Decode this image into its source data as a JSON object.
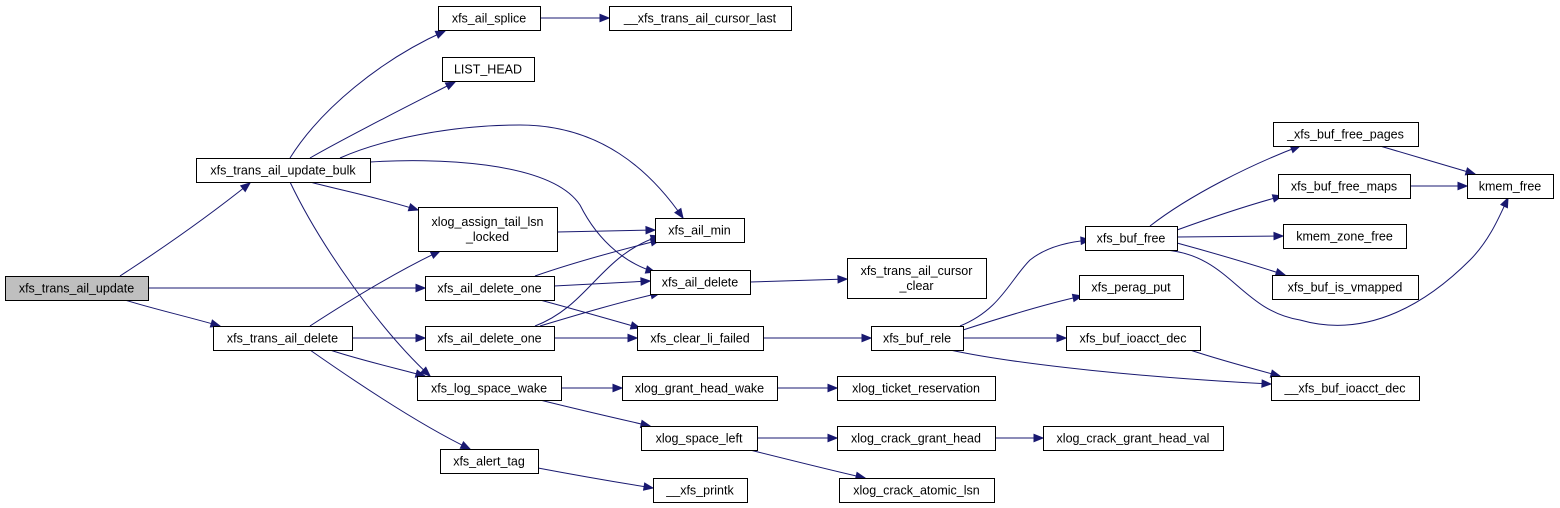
{
  "nodes": {
    "xfs_trans_ail_update": [
      "xfs_trans_ail_update"
    ],
    "xfs_trans_ail_update_bulk": [
      "xfs_trans_ail_update_bulk"
    ],
    "xfs_trans_ail_delete": [
      "xfs_trans_ail_delete"
    ],
    "xfs_ail_splice": [
      "xfs_ail_splice"
    ],
    "LIST_HEAD": [
      "LIST_HEAD"
    ],
    "xlog_assign_tail_lsn_locked": [
      "xlog_assign_tail_lsn",
      "_locked"
    ],
    "xfs_ail_delete_one_a": [
      "xfs_ail_delete_one"
    ],
    "xfs_ail_delete_one_b": [
      "xfs_ail_delete_one"
    ],
    "xfs_log_space_wake": [
      "xfs_log_space_wake"
    ],
    "xfs_alert_tag": [
      "xfs_alert_tag"
    ],
    "__xfs_trans_ail_cursor_last": [
      "__xfs_trans_ail_cursor_last"
    ],
    "xfs_ail_min": [
      "xfs_ail_min"
    ],
    "xfs_ail_delete": [
      "xfs_ail_delete"
    ],
    "xfs_clear_li_failed": [
      "xfs_clear_li_failed"
    ],
    "xlog_grant_head_wake": [
      "xlog_grant_head_wake"
    ],
    "xlog_space_left": [
      "xlog_space_left"
    ],
    "__xfs_printk": [
      "__xfs_printk"
    ],
    "xfs_trans_ail_cursor_clear": [
      "xfs_trans_ail_cursor",
      "_clear"
    ],
    "xfs_buf_rele": [
      "xfs_buf_rele"
    ],
    "xlog_ticket_reservation": [
      "xlog_ticket_reservation"
    ],
    "xlog_crack_grant_head": [
      "xlog_crack_grant_head"
    ],
    "xlog_crack_atomic_lsn": [
      "xlog_crack_atomic_lsn"
    ],
    "xlog_crack_grant_head_val": [
      "xlog_crack_grant_head_val"
    ],
    "xfs_buf_free": [
      "xfs_buf_free"
    ],
    "xfs_perag_put": [
      "xfs_perag_put"
    ],
    "xfs_buf_ioacct_dec": [
      "xfs_buf_ioacct_dec"
    ],
    "__xfs_buf_ioacct_dec": [
      "__xfs_buf_ioacct_dec"
    ],
    "_xfs_buf_free_pages": [
      "_xfs_buf_free_pages"
    ],
    "xfs_buf_free_maps": [
      "xfs_buf_free_maps"
    ],
    "kmem_zone_free": [
      "kmem_zone_free"
    ],
    "xfs_buf_is_vmapped": [
      "xfs_buf_is_vmapped"
    ],
    "kmem_free": [
      "kmem_free"
    ]
  },
  "edges": [
    [
      "xfs_trans_ail_update",
      "xfs_trans_ail_update_bulk"
    ],
    [
      "xfs_trans_ail_update",
      "xfs_ail_delete_one_a"
    ],
    [
      "xfs_trans_ail_update",
      "xfs_trans_ail_delete"
    ],
    [
      "xfs_trans_ail_update_bulk",
      "xfs_ail_splice"
    ],
    [
      "xfs_trans_ail_update_bulk",
      "LIST_HEAD"
    ],
    [
      "xfs_trans_ail_update_bulk",
      "xfs_ail_min"
    ],
    [
      "xfs_trans_ail_update_bulk",
      "xlog_assign_tail_lsn_locked"
    ],
    [
      "xfs_trans_ail_update_bulk",
      "xfs_ail_delete"
    ],
    [
      "xfs_trans_ail_update_bulk",
      "xfs_log_space_wake"
    ],
    [
      "xfs_trans_ail_delete",
      "xlog_assign_tail_lsn_locked"
    ],
    [
      "xfs_trans_ail_delete",
      "xfs_ail_delete_one_b"
    ],
    [
      "xfs_trans_ail_delete",
      "xfs_log_space_wake"
    ],
    [
      "xfs_trans_ail_delete",
      "xfs_alert_tag"
    ],
    [
      "xfs_ail_splice",
      "__xfs_trans_ail_cursor_last"
    ],
    [
      "xlog_assign_tail_lsn_locked",
      "xfs_ail_min"
    ],
    [
      "xfs_ail_delete_one_a",
      "xfs_ail_min"
    ],
    [
      "xfs_ail_delete_one_a",
      "xfs_ail_delete"
    ],
    [
      "xfs_ail_delete_one_a",
      "xfs_clear_li_failed"
    ],
    [
      "xfs_ail_delete_one_b",
      "xfs_ail_min"
    ],
    [
      "xfs_ail_delete_one_b",
      "xfs_ail_delete"
    ],
    [
      "xfs_ail_delete_one_b",
      "xfs_clear_li_failed"
    ],
    [
      "xfs_log_space_wake",
      "xlog_grant_head_wake"
    ],
    [
      "xfs_log_space_wake",
      "xlog_space_left"
    ],
    [
      "xfs_alert_tag",
      "__xfs_printk"
    ],
    [
      "xfs_ail_delete",
      "xfs_trans_ail_cursor_clear"
    ],
    [
      "xfs_clear_li_failed",
      "xfs_buf_rele"
    ],
    [
      "xlog_grant_head_wake",
      "xlog_ticket_reservation"
    ],
    [
      "xlog_space_left",
      "xlog_crack_grant_head"
    ],
    [
      "xlog_space_left",
      "xlog_crack_atomic_lsn"
    ],
    [
      "xlog_crack_grant_head",
      "xlog_crack_grant_head_val"
    ],
    [
      "xfs_buf_rele",
      "xfs_buf_free"
    ],
    [
      "xfs_buf_rele",
      "xfs_perag_put"
    ],
    [
      "xfs_buf_rele",
      "xfs_buf_ioacct_dec"
    ],
    [
      "xfs_buf_rele",
      "__xfs_buf_ioacct_dec"
    ],
    [
      "xfs_buf_ioacct_dec",
      "__xfs_buf_ioacct_dec"
    ],
    [
      "xfs_buf_free",
      "_xfs_buf_free_pages"
    ],
    [
      "xfs_buf_free",
      "xfs_buf_free_maps"
    ],
    [
      "xfs_buf_free",
      "kmem_zone_free"
    ],
    [
      "xfs_buf_free",
      "xfs_buf_is_vmapped"
    ],
    [
      "xfs_buf_free",
      "kmem_free"
    ],
    [
      "_xfs_buf_free_pages",
      "kmem_free"
    ],
    [
      "xfs_buf_free_maps",
      "kmem_free"
    ]
  ],
  "colors": {
    "edge": "#191970",
    "root_fill": "#bfbfbf",
    "node_fill": "#ffffff",
    "node_border": "#000000"
  }
}
